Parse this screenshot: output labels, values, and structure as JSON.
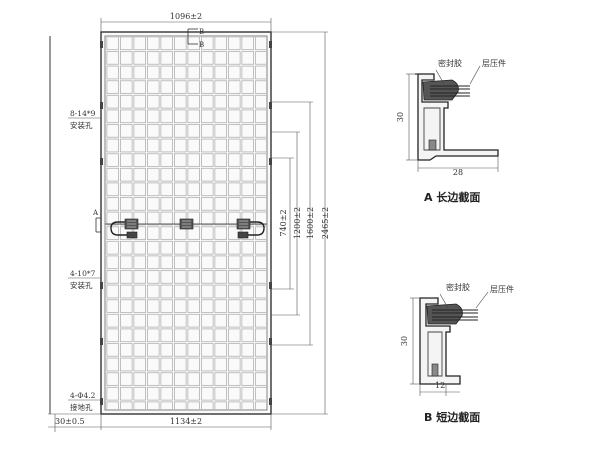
{
  "panel": {
    "width_top": "1096±2",
    "width_bottom": "1134±2",
    "dim_740": "740±2",
    "dim_1200": "1200±2",
    "dim_1600": "1600±2",
    "dim_2465": "2465±2",
    "frame_thickness": "30±0.5",
    "mark_B_top": "B",
    "mark_B_bottom": "B",
    "mark_A": "A",
    "holes_upper_spec": "8-14*9",
    "holes_upper_name": "安装孔",
    "holes_mid_spec": "4-10*7",
    "holes_mid_name": "安装孔",
    "holes_ground_spec": "4-Φ4.2",
    "holes_ground_name": "接地孔"
  },
  "section_a": {
    "seal_label": "密封胶",
    "laminate_label": "层压件",
    "height": "30",
    "width": "28",
    "caption": "A 长边截面"
  },
  "section_b": {
    "seal_label": "密封胶",
    "laminate_label": "层压件",
    "height": "30",
    "width": "12",
    "caption": "B 短边截面"
  }
}
